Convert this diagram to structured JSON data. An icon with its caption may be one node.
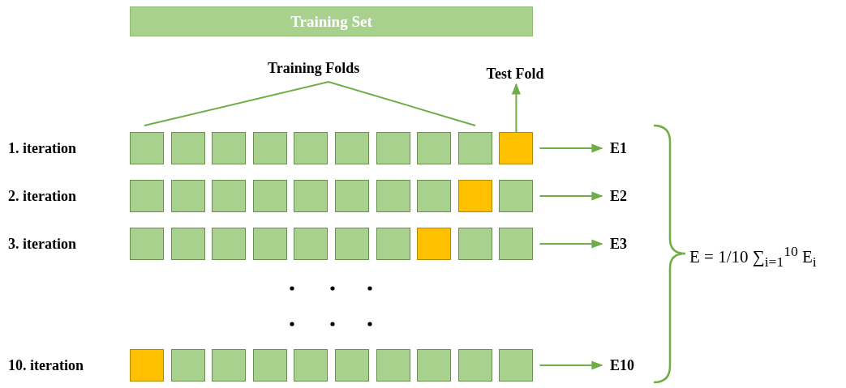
{
  "diagram": {
    "nodes": [
      {
        "text": [
          "Training Set"
        ]
      },
      {
        "text": [
          "Test Fold"
        ]
      },
      {
        "text": [],
        "shape": "box"
      },
      {
        "text": [],
        "shape": "box"
      },
      {
        "text": [],
        "shape": "box"
      },
      {
        "text": [],
        "shape": "box"
      },
      {
        "text": [],
        "shape": "box"
      },
      {
        "text": [],
        "shape": "box"
      },
      {
        "text": [],
        "shape": "box"
      },
      {
        "text": [],
        "shape": "box"
      },
      {
        "text": [],
        "shape": "box"
      },
      {
        "text": [],
        "shape": "box"
      },
      {
        "text": [
          "E1"
        ]
      },
      {
        "text": [],
        "shape": "box"
      },
      {
        "text": [],
        "shape": "box"
      },
      {
        "text": [],
        "shape": "box"
      },
      {
        "text": [],
        "shape": "box"
      },
      {
        "text": [],
        "shape": "box"
      },
      {
        "text": [],
        "shape": "box"
      },
      {
        "text": [],
        "shape": "box"
      },
      {
        "text": [],
        "shape": "box"
      },
      {
        "text": [],
        "shape": "box"
      },
      {
        "text": [],
        "shape": "box"
      },
      {
        "text": [
          "E2"
        ]
      },
      {
        "text": [],
        "shape": "box"
      },
      {
        "text": [],
        "shape": "box"
      },
      {
        "text": [],
        "shape": "box"
      },
      {
        "text": [],
        "shape": "box"
      },
      {
        "text": [],
        "shape": "box"
      },
      {
        "text": [],
        "shape": "box"
      },
      {
        "text": [],
        "shape": "box"
      },
      {
        "text": [],
        "shape": "box"
      },
      {
        "text": [],
        "shape": "box"
      },
      {
        "text": [],
        "shape": "box"
      },
      {
        "text": [
          "E3"
        ]
      },
      {
        "text": [],
        "shape": "box"
      },
      {
        "text": [],
        "shape": "box"
      },
      {
        "text": [],
        "shape": "box"
      },
      {
        "text": [],
        "shape": "box"
      },
      {
        "text": [],
        "shape": "box"
      },
      {
        "text": [],
        "shape": "box"
      },
      {
        "text": [],
        "shape": "box"
      },
      {
        "text": [],
        "shape": "box"
      },
      {
        "text": [],
        "shape": "box"
      },
      {
        "text": [],
        "shape": "box"
      },
      {
        "text": [
          "E10"
        ]
      }
    ],
    "edges": [
      {
        "from": 11,
        "to": 1,
        "arrow": "to"
      },
      {
        "from": 11,
        "to": 12,
        "arrow": "to"
      },
      {
        "from": 22,
        "to": 23,
        "arrow": "to"
      },
      {
        "from": 33,
        "to": 34,
        "arrow": "to"
      },
      {
        "from": 44,
        "to": 45,
        "arrow": "to"
      }
    ],
    "labels": [
      "Training Folds",
      "1. iteration",
      "2. iteration",
      "3. iteration",
      "10. iteration",
      "E = 1/10 ∑$_{i=1}$$^{10}$ E$_{i}$"
    ]
  }
}
